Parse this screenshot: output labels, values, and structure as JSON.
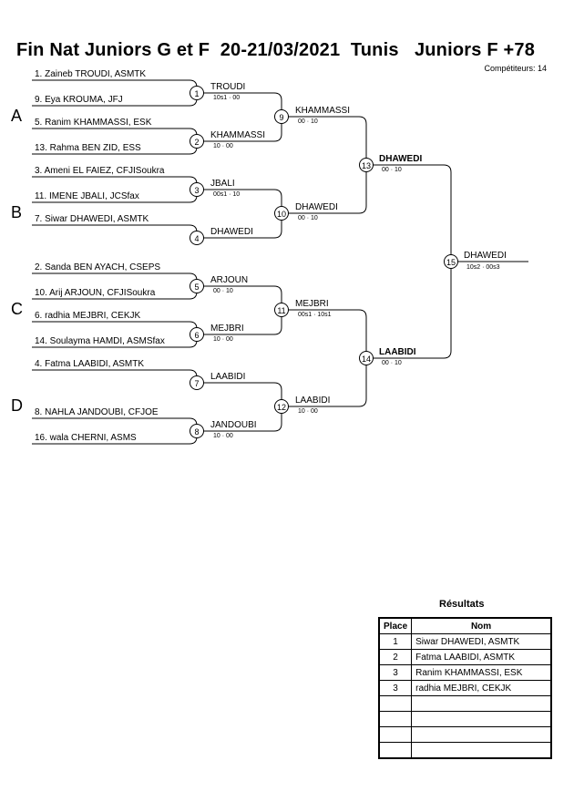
{
  "header": {
    "title": "Fin Nat Juniors G et F  20-21/03/2021  Tunis   Juniors F +78",
    "competitors": "Compétiteurs: 14"
  },
  "pools": [
    "A",
    "B",
    "C",
    "D"
  ],
  "entrants": [
    "1. Zaineb TROUDI, ASMTK",
    "9. Eya KROUMA, JFJ",
    "5. Ranim KHAMMASSI, ESK",
    "13. Rahma BEN ZID, ESS",
    "3. Ameni EL FAIEZ, CFJISoukra",
    "11. IMENE JBALI, JCSfax",
    "7. Siwar DHAWEDI, ASMTK",
    "2. Sanda BEN AYACH, CSEPS",
    "10. Arij ARJOUN, CFJISoukra",
    "6. radhia MEJBRI, CEKJK",
    "14. Soulayma HAMDI, ASMSfax",
    "4. Fatma LAABIDI, ASMTK",
    "8. NAHLA JANDOUBI, CFJOE",
    "16. wala CHERNI, ASMS"
  ],
  "matches": [
    {
      "number": "1",
      "winner": "TROUDI",
      "score": "10s1 · 00"
    },
    {
      "number": "2",
      "winner": "KHAMMASSI",
      "score": "10 · 00"
    },
    {
      "number": "3",
      "winner": "JBALI",
      "score": "00s1 · 10"
    },
    {
      "number": "4",
      "winner": "DHAWEDI",
      "score": ""
    },
    {
      "number": "5",
      "winner": "ARJOUN",
      "score": "00 · 10"
    },
    {
      "number": "6",
      "winner": "MEJBRI",
      "score": "10 · 00"
    },
    {
      "number": "7",
      "winner": "LAABIDI",
      "score": ""
    },
    {
      "number": "8",
      "winner": "JANDOUBI",
      "score": "10 · 00"
    },
    {
      "number": "9",
      "winner": "KHAMMASSI",
      "score": "00 · 10"
    },
    {
      "number": "10",
      "winner": "DHAWEDI",
      "score": "00 · 10"
    },
    {
      "number": "11",
      "winner": "MEJBRI",
      "score": "00s1 · 10s1"
    },
    {
      "number": "12",
      "winner": "LAABIDI",
      "score": "10 · 00"
    },
    {
      "number": "13",
      "winner": "DHAWEDI",
      "score": "00 · 10"
    },
    {
      "number": "14",
      "winner": "LAABIDI",
      "score": "00 · 10"
    },
    {
      "number": "15",
      "winner": "DHAWEDI",
      "score": "10s2 · 00s3"
    }
  ],
  "results": {
    "title": "Résultats",
    "headers": {
      "place": "Place",
      "name": "Nom"
    },
    "rows": [
      {
        "place": "1",
        "name": "Siwar DHAWEDI, ASMTK"
      },
      {
        "place": "2",
        "name": "Fatma LAABIDI, ASMTK"
      },
      {
        "place": "3",
        "name": "Ranim KHAMMASSI, ESK"
      },
      {
        "place": "3",
        "name": "radhia MEJBRI, CEKJK"
      },
      {
        "place": "",
        "name": ""
      },
      {
        "place": "",
        "name": ""
      },
      {
        "place": "",
        "name": ""
      },
      {
        "place": "",
        "name": ""
      }
    ]
  }
}
